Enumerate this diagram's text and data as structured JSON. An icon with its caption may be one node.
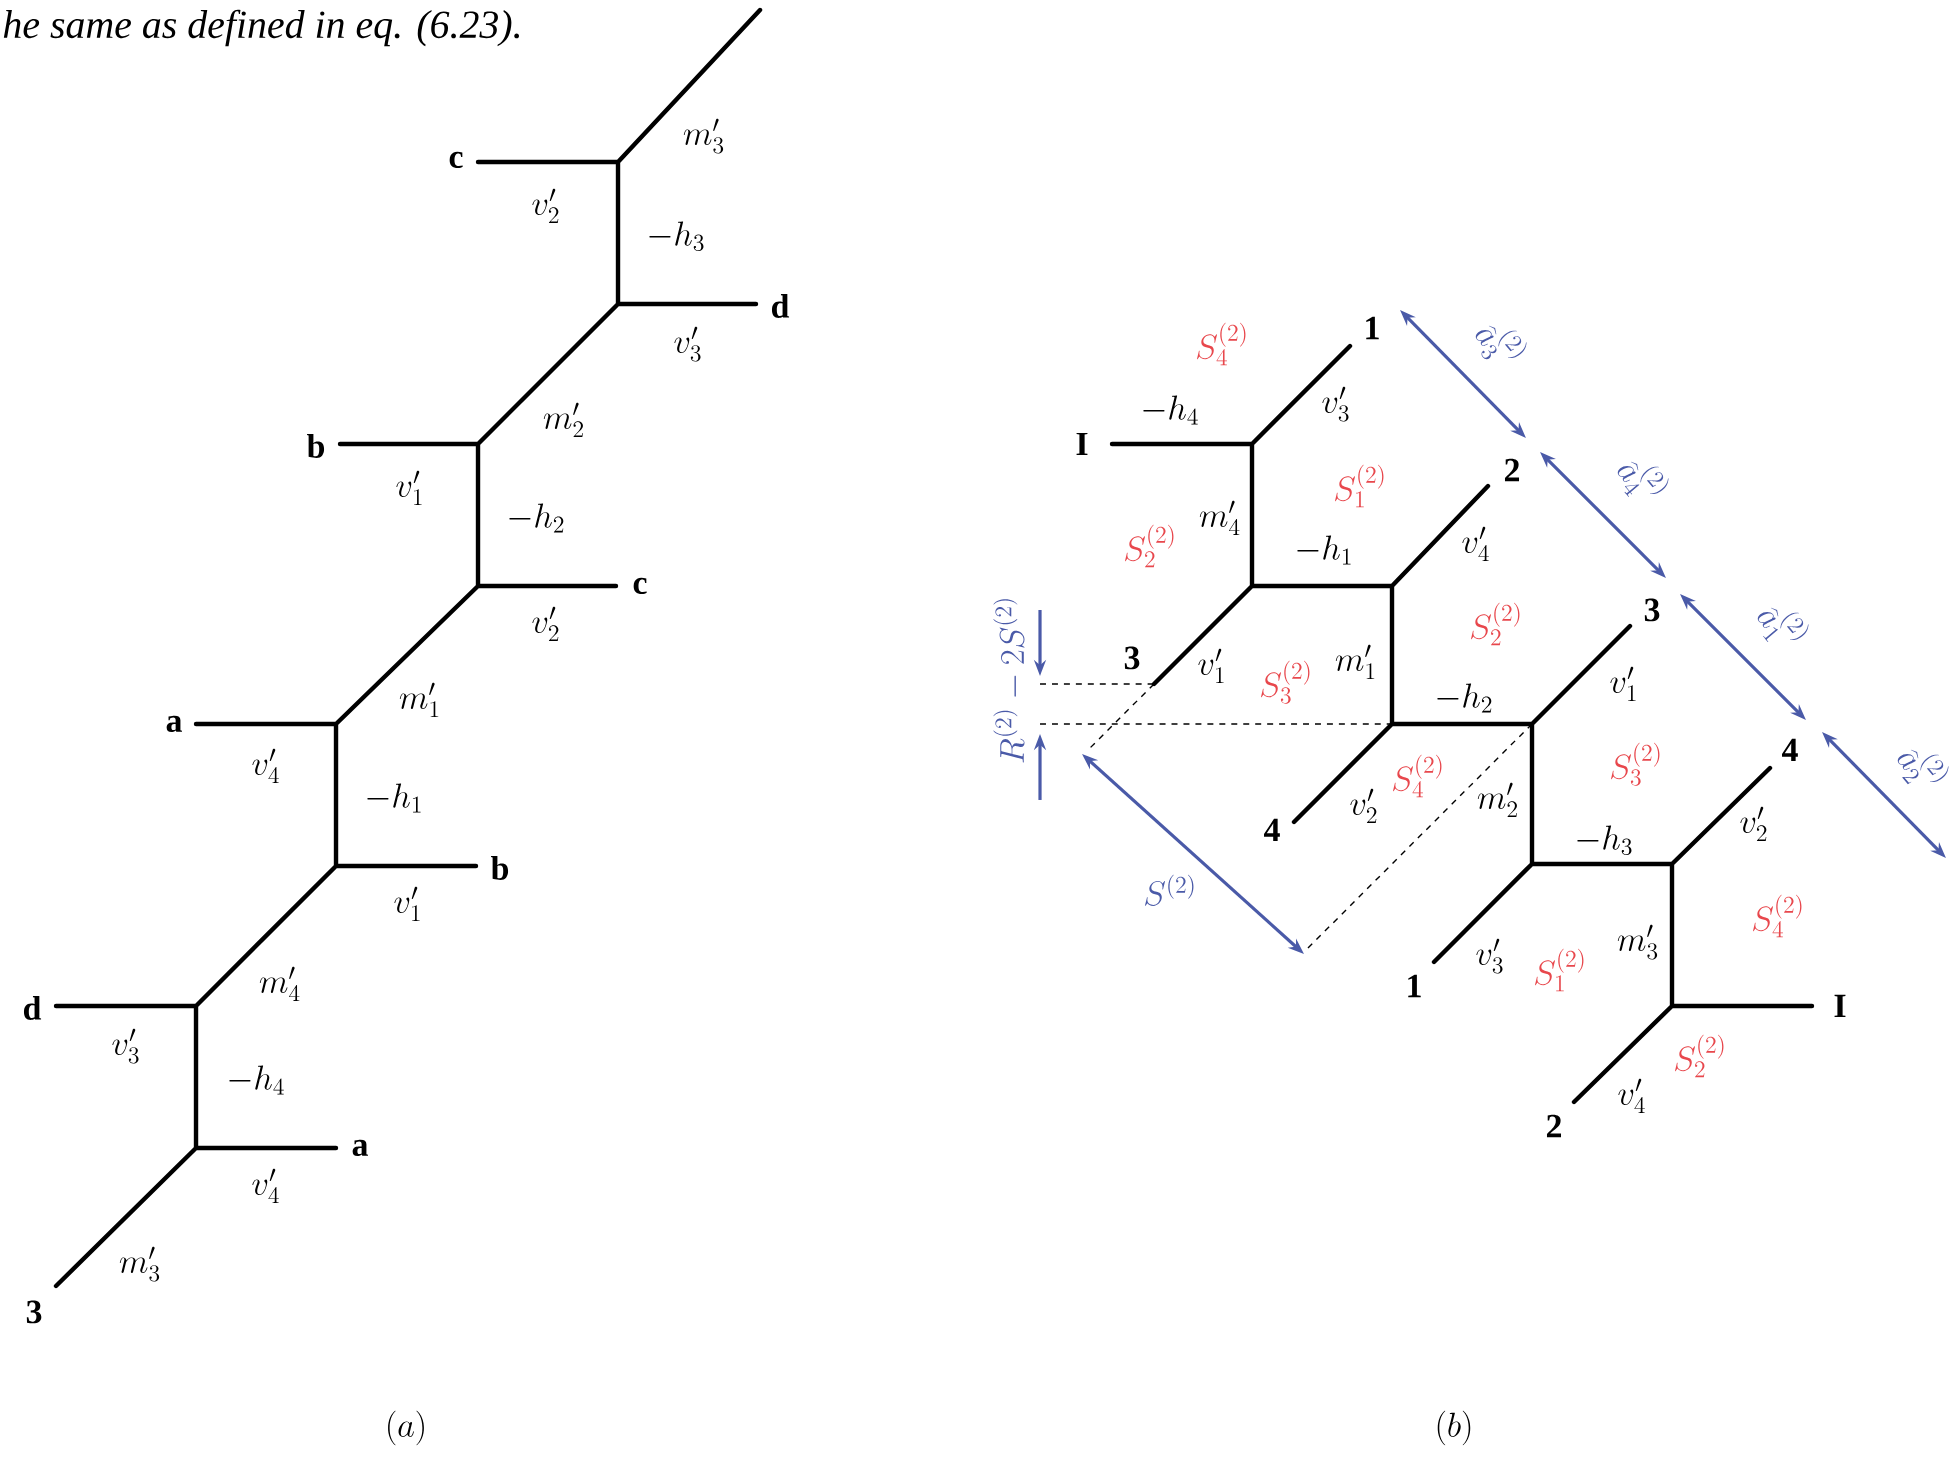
{
  "diagram": {
    "labels": [
      "he same as defined in eq. (6.23).",
      "m'_3",
      "c",
      "v'_2",
      "-h_3",
      "d",
      "v'_3",
      "m'_2",
      "b",
      "v'_1",
      "-h_2",
      "c",
      "v'_2",
      "m'_1",
      "a",
      "v'_4",
      "-h_1",
      "b",
      "v'_1",
      "m'_4",
      "d",
      "v'_3",
      "-h_4",
      "a",
      "v'_4",
      "3",
      "m'_3",
      "1",
      "S_4^{(2)}",
      "\\widehat{a}_3^{(2)}",
      "-h_4",
      "v'_3",
      "I",
      "2",
      "S_1^{(2)}",
      "\\widehat{a}_4^{(2)}",
      "m'_4",
      "S_2^{(2)}",
      "-h_1",
      "v'_4",
      "3",
      "\\widehat{a}_1^{(2)}",
      "R^{(2)}-2S^{(2)}",
      "3",
      "v'_1",
      "m'_1",
      "S_3^{(2)}",
      "S_2^{(2)}",
      "-h_2",
      "v'_1",
      "S_4^{(2)}",
      "S_3^{(2)}",
      "4",
      "\\widehat{a}_2^{(2)}",
      "4",
      "v'_2",
      "m'_2",
      "-h_3",
      "v'_2",
      "S^{(2)}",
      "S_4^{(2)}",
      "m'_3",
      "1",
      "v'_3",
      "S_1^{(2)}",
      "I",
      "S_2^{(2)}",
      "v'_4",
      "2",
      "(a)",
      "(b)"
    ]
  }
}
